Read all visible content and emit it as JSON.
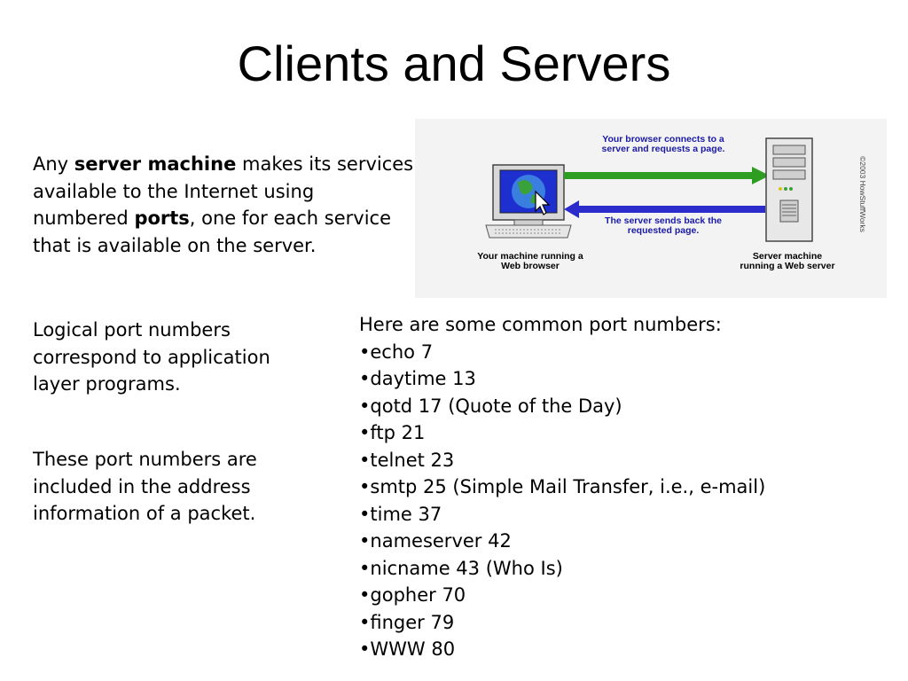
{
  "title": "Clients and Servers",
  "para1": {
    "pre": "Any ",
    "bold1": "server machine",
    "mid": " makes its services available to the Internet using numbered ",
    "bold2": "ports",
    "post": ", one for each service that is available on the server."
  },
  "para2": "Logical port numbers correspond to application layer programs.",
  "para3": "These port numbers are included in the address information of a packet.",
  "port_list": {
    "intro": "Here are some common port numbers:",
    "items": [
      "echo 7",
      "daytime 13",
      "qotd 17 (Quote of the Day)",
      "ftp 21",
      "telnet 23",
      "smtp 25 (Simple Mail Transfer, i.e., e-mail)",
      "time 37",
      "nameserver 42",
      "nicname 43 (Who Is)",
      "gopher 70",
      "finger 79",
      "WWW 80"
    ]
  },
  "diagram": {
    "browser_connects": "Your browser connects to a server and requests a page.",
    "server_sends": "The server sends back the requested page.",
    "your_machine": "Your machine running a Web browser",
    "server_machine": "Server machine running a Web server",
    "copyright": "©2003 HowStuffWorks",
    "colors": {
      "request_arrow": "#2e9e22",
      "response_arrow": "#2c2ccc",
      "label_text": "#1a1aa6"
    }
  }
}
